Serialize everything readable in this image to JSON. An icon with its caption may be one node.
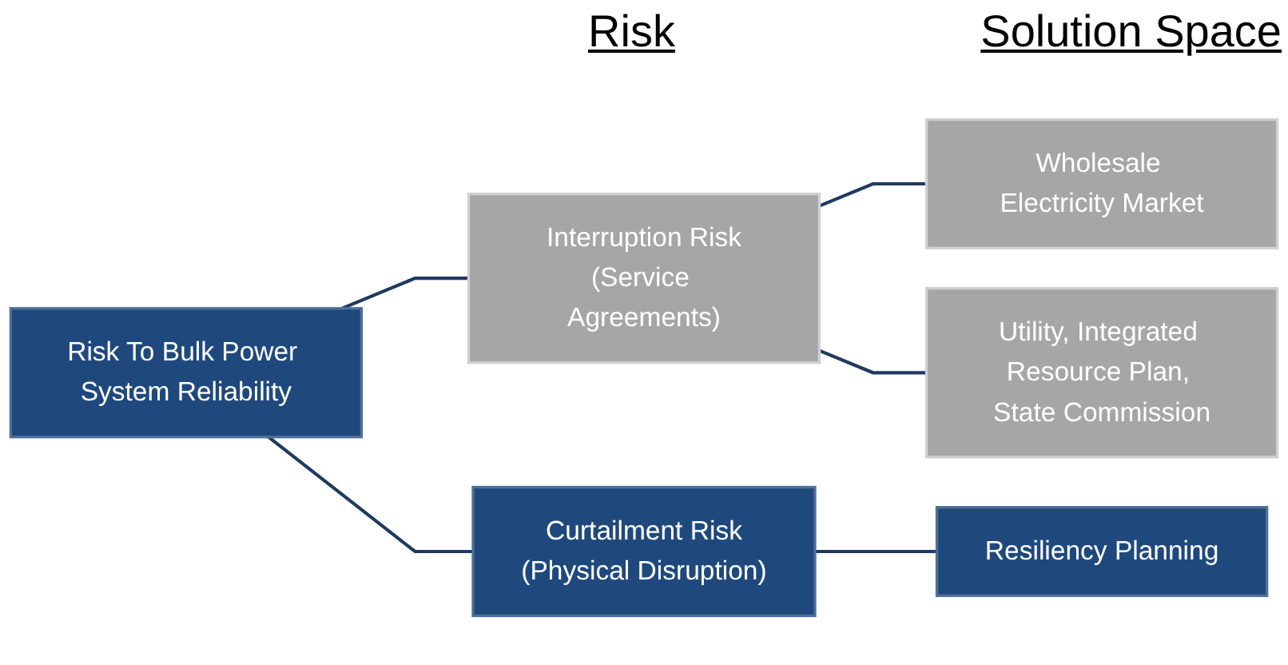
{
  "diagram": {
    "nodes": [
      {
        "text": [
          "Risk To Bulk Power System Reliability"
        ]
      },
      {
        "text": [
          "Interruption Risk",
          "(Service Agreements)"
        ]
      },
      {
        "text": [
          "Curtailment Risk",
          "(Physical Disruption)"
        ]
      },
      {
        "text": [
          "Wholesale Electricity Market"
        ]
      },
      {
        "text": [
          "Utility, Integrated Resource Plan, State Commission"
        ]
      },
      {
        "text": [
          "Resiliency Planning"
        ]
      }
    ],
    "edges": [
      {
        "from": 0,
        "to": 1,
        "arrow": "none"
      },
      {
        "from": 0,
        "to": 2,
        "arrow": "none"
      },
      {
        "from": 1,
        "to": 3,
        "arrow": "none"
      },
      {
        "from": 1,
        "to": 4,
        "arrow": "none"
      },
      {
        "from": 2,
        "to": 5,
        "arrow": "none"
      }
    ],
    "labels": [
      "Risk",
      "Solution Space"
    ]
  }
}
